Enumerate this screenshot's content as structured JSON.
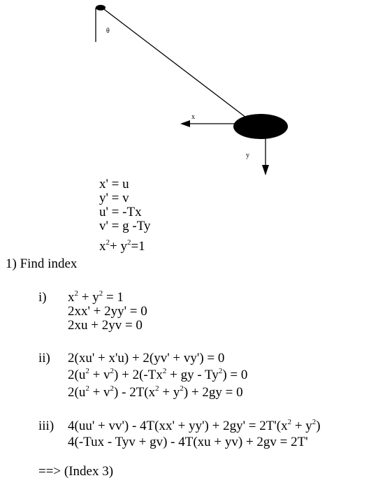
{
  "diagram": {
    "angle_label": "θ",
    "x_axis_label": "x",
    "y_axis_label": "y"
  },
  "system": {
    "eq1": "x' = u",
    "eq2": "y' = v",
    "eq3": "u' = -Tx",
    "eq4": "v' = g -Ty",
    "eq5_a": "x",
    "eq5_sup1": "2",
    "eq5_b": "+ y",
    "eq5_sup2": "2",
    "eq5_c": "=1"
  },
  "heading": "1) Find index",
  "step_i": {
    "label": "i)",
    "line1": [
      "x",
      "2",
      " + y",
      "2",
      " = 1"
    ],
    "line2": "2xx' + 2yy' = 0",
    "line3": "2xu + 2yv = 0"
  },
  "step_ii": {
    "label": "ii)",
    "line1": "2(xu' + x'u) + 2(yv' + vy') = 0",
    "line2": [
      "2(u",
      "2",
      " + v",
      "2",
      ") + 2(-Tx",
      "2",
      " + gy - Ty",
      "2",
      ") = 0"
    ],
    "line3": [
      "2(u",
      "2",
      " + v",
      "2",
      ") - 2T(x",
      "2",
      " + y",
      "2",
      ") + 2gy = 0"
    ]
  },
  "step_iii": {
    "label": "iii)",
    "line1": [
      "4(uu' + vv') - 4T(xx' + yy') + 2gy' = 2T'(x",
      "2",
      " + y",
      "2",
      ")"
    ],
    "line2": "4(-Tux - Tyv + gv) - 4T(xu + yv) + 2gv = 2T'"
  },
  "conclusion": "==> (Index 3)"
}
